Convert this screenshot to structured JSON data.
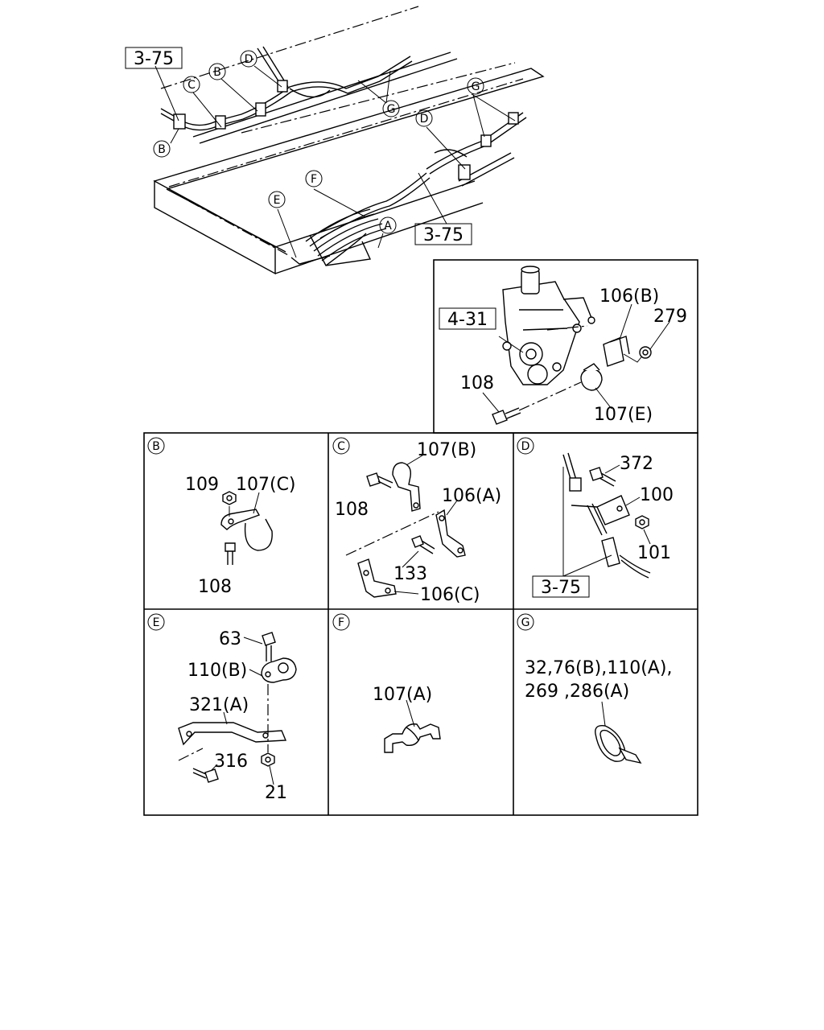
{
  "overview": {
    "refs": [
      "3-75",
      "3-75",
      "4-31"
    ],
    "callouts": [
      "B",
      "C",
      "B",
      "D",
      "G",
      "G",
      "D",
      "F",
      "E",
      "A"
    ]
  },
  "pump": {
    "parts": [
      "106(B)",
      "279",
      "108",
      "107(E)"
    ]
  },
  "panels": {
    "B": {
      "letter": "B",
      "parts": [
        "109",
        "107(C)",
        "108"
      ]
    },
    "C": {
      "letter": "C",
      "parts": [
        "107(B)",
        "108",
        "106(A)",
        "133",
        "106(C)"
      ]
    },
    "D": {
      "letter": "D",
      "parts": [
        "372",
        "100",
        "101"
      ],
      "ref": "3-75"
    },
    "E": {
      "letter": "E",
      "parts": [
        "63",
        "110(B)",
        "321(A)",
        "316",
        "21"
      ]
    },
    "F": {
      "letter": "F",
      "parts": [
        "107(A)"
      ]
    },
    "G": {
      "letter": "G",
      "parts": [
        "32,76(B),110(A),",
        "269 ,286(A)"
      ]
    }
  }
}
